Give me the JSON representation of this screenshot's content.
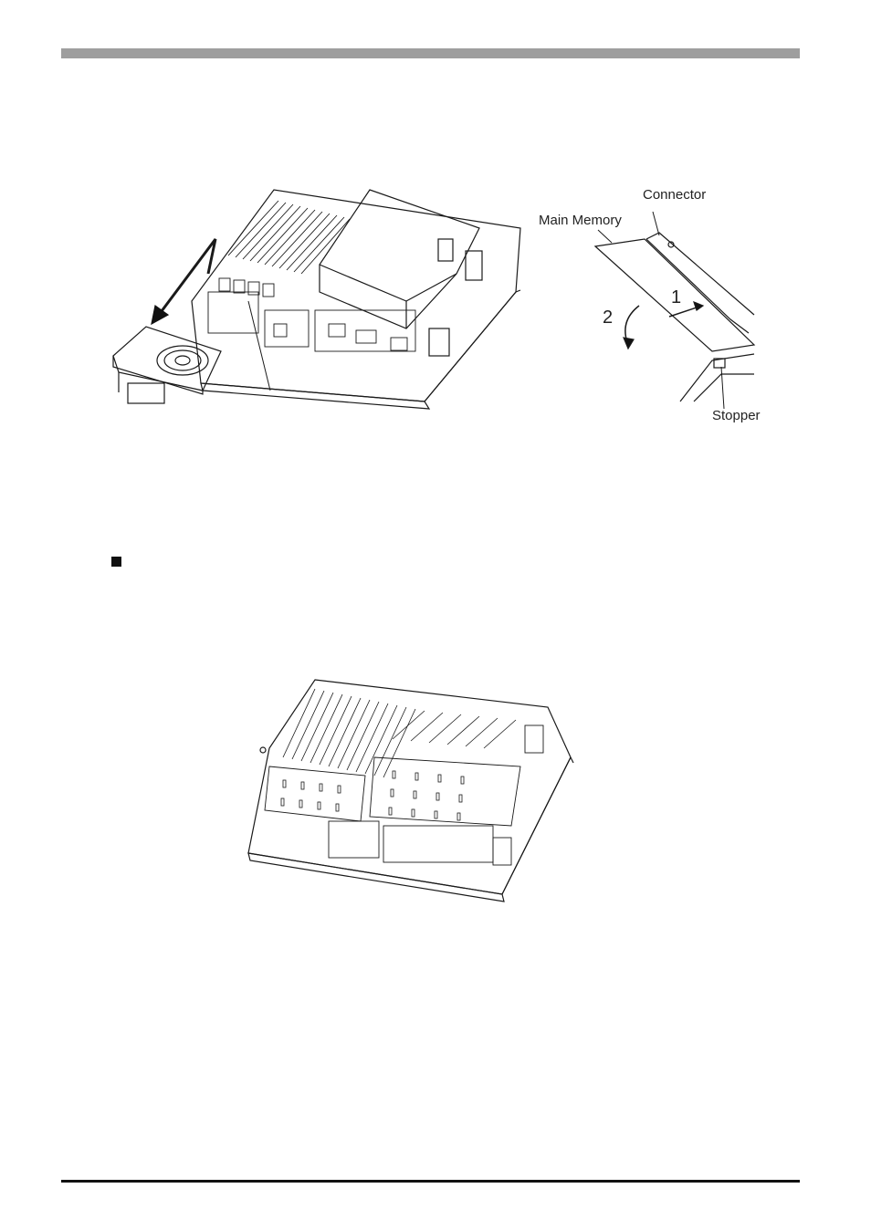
{
  "figure1": {
    "labels": {
      "connector": "Connector",
      "main_memory": "Main Memory",
      "stopper": "Stopper",
      "step_1": "1",
      "step_2": "2"
    }
  },
  "section_marker": "square-bullet-icon",
  "colors": {
    "header_bar": "#9e9e9e",
    "rule": "#111111",
    "line": "#1a1a1a"
  }
}
